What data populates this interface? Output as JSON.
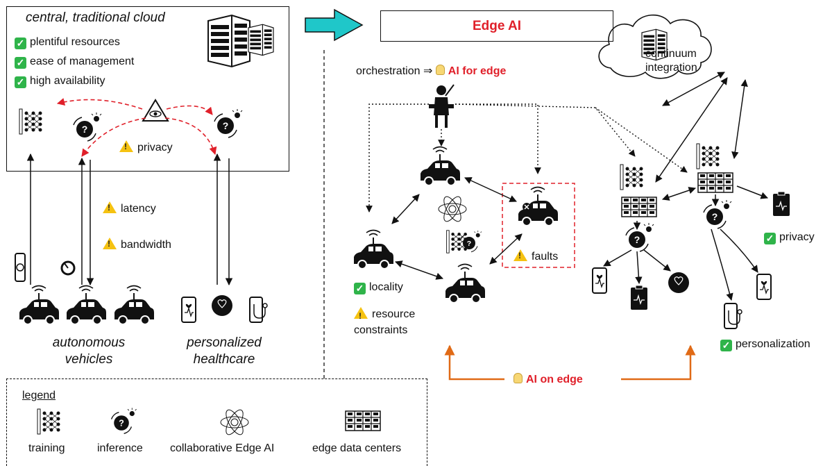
{
  "cloud": {
    "title": "central, traditional cloud",
    "benefits": [
      "plentiful resources",
      "ease of management",
      "high availability"
    ],
    "privacy_warning": "privacy"
  },
  "middle": {
    "latency_warning": "latency",
    "bandwidth_warning": "bandwidth"
  },
  "groups": {
    "vehicles_line1": "autonomous",
    "vehicles_line2": "vehicles",
    "healthcare_line1": "personalized",
    "healthcare_line2": "healthcare"
  },
  "edge": {
    "title": "Edge AI",
    "orchestration": "orchestration ⇒",
    "ai_for_edge": "AI for edge",
    "continuum_line1": "continuum",
    "continuum_line2": "integration",
    "faults_warning": "faults",
    "locality": "locality",
    "resource_line1": "resource",
    "resource_line2": "constraints",
    "privacy": "privacy",
    "personalization": "personalization",
    "ai_on_edge": "AI on edge"
  },
  "legend": {
    "title": "legend",
    "items": [
      "training",
      "inference",
      "collaborative Edge AI",
      "edge data centers"
    ]
  },
  "colors": {
    "arrow_teal": "#1fc7c9",
    "accent_red": "#e0202a",
    "orange": "#e06a16",
    "check_green": "#2fb44a",
    "warn_yellow": "#f5c211"
  }
}
